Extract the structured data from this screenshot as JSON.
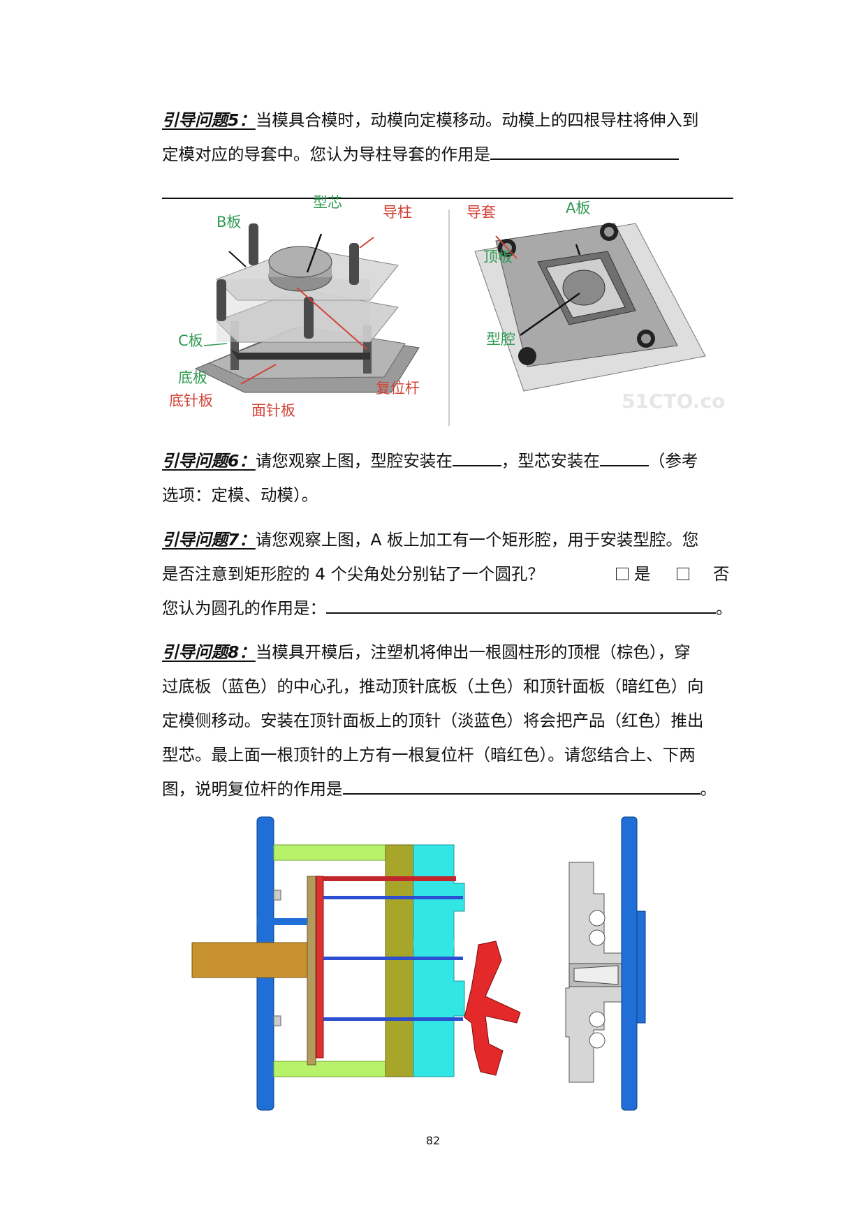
{
  "q5": {
    "label": "引导问题5：",
    "line1": "当模具合模时，动模向定模移动。动模上的四根导柱将伸入到",
    "line2": "定模对应的导套中。您认为导柱导套的作用是"
  },
  "fig1": {
    "labels": {
      "b_plate": "B板",
      "core": "型芯",
      "guide_pillar": "导柱",
      "c_plate": "C板",
      "bottom_plate": "底板",
      "ejector_retainer": "底针板",
      "ejector_face": "面针板",
      "return_pin": "复位杆",
      "guide_bush": "导套",
      "a_plate": "A板",
      "top_plate": "顶板",
      "cavity": "型腔"
    },
    "watermark": "51CTO.co"
  },
  "q6": {
    "label": "引导问题6：",
    "t1": "请您观察上图，型腔安装在",
    "t2": "，型芯安装在",
    "t3": "（参考",
    "line2": "选项：定模、动模）。"
  },
  "q7": {
    "label": "引导问题7：",
    "line1": "请您观察上图，A 板上加工有一个矩形腔，用于安装型腔。您",
    "line2": "是否注意到矩形腔的 4 个尖角处分别钻了一个圆孔？",
    "yes": "是",
    "no": "否",
    "line3": "您认为圆孔的作用是：",
    "end": "。"
  },
  "q8": {
    "label": "引导问题8：",
    "line1": "当模具开模后，注塑机将伸出一根圆柱形的顶棍（棕色），穿",
    "line2": "过底板（蓝色）的中心孔，推动顶针底板（土色）和顶针面板（暗红色）向",
    "line3": "定模侧移动。安装在顶针面板上的顶针（淡蓝色）将会把产品（红色）推出",
    "line4": "型芯。最上面一根顶针的上方有一根复位杆（暗红色）。请您结合上、下两",
    "line5": "图，说明复位杆的作用是",
    "end": "。"
  },
  "page_number": "82"
}
